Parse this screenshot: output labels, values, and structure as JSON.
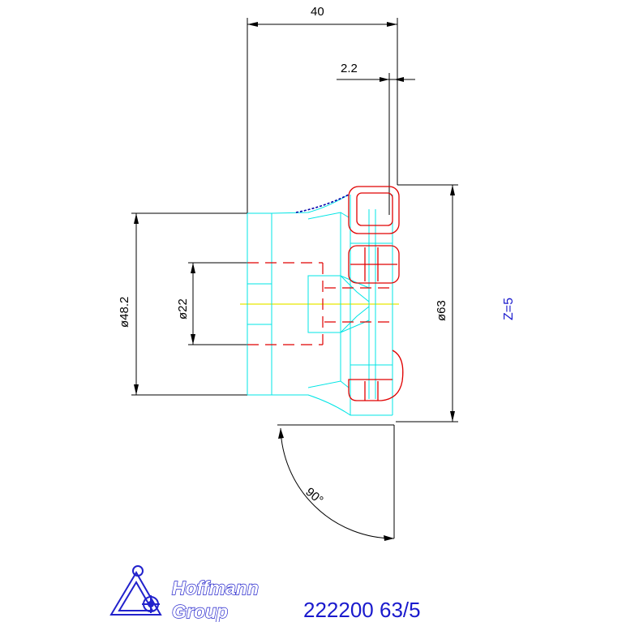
{
  "dimensions": {
    "overall_length": "40",
    "offset": "2.2",
    "hub_diameter": "ø48.2",
    "bore_diameter": "ø22",
    "cutter_diameter": "ø63",
    "angle": "90°"
  },
  "teeth_label": "Z=5",
  "logo": {
    "line1": "Hoffmann",
    "line2": "Group"
  },
  "part_number": "222200 63/5",
  "colors": {
    "dimension": "#000000",
    "body": "#00e5e5",
    "insert": "#e00000",
    "axis": "#e8e800",
    "label": "#1a1acd"
  }
}
